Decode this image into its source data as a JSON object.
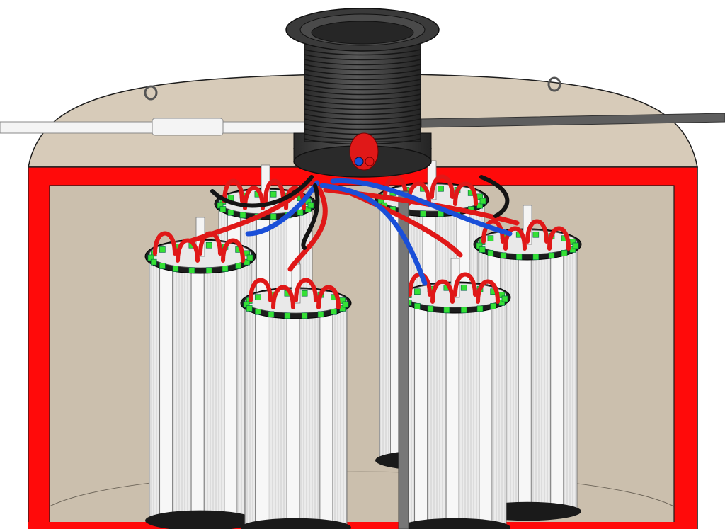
{
  "colors": {
    "background": "#ffffff",
    "tank_wall": "#d7cbb9",
    "tank_inner": "#cfc3b1",
    "frame_red": "#ff0a0a",
    "collector_dark": "#3a3a3a",
    "hose_red": "#e01818",
    "hose_blue": "#1a4fd8",
    "hose_black": "#141414",
    "clamp_green": "#35e035",
    "pipe_white": "#f4f4f4",
    "pipe_gray": "#5e5e5e",
    "column_white": "#f7f7f7"
  },
  "icons": {
    "collector": "manifold-collector-icon",
    "inlet_pipe": "inlet-pipe-icon",
    "outlet_pipe": "outlet-pipe-icon",
    "module": "membrane-module-icon",
    "lifting_eye": "lifting-eye-icon"
  },
  "modules": [
    {
      "id": "module-back-left"
    },
    {
      "id": "module-back-right"
    },
    {
      "id": "module-front-left"
    },
    {
      "id": "module-center-left"
    },
    {
      "id": "module-center-right"
    },
    {
      "id": "module-front-right"
    }
  ]
}
